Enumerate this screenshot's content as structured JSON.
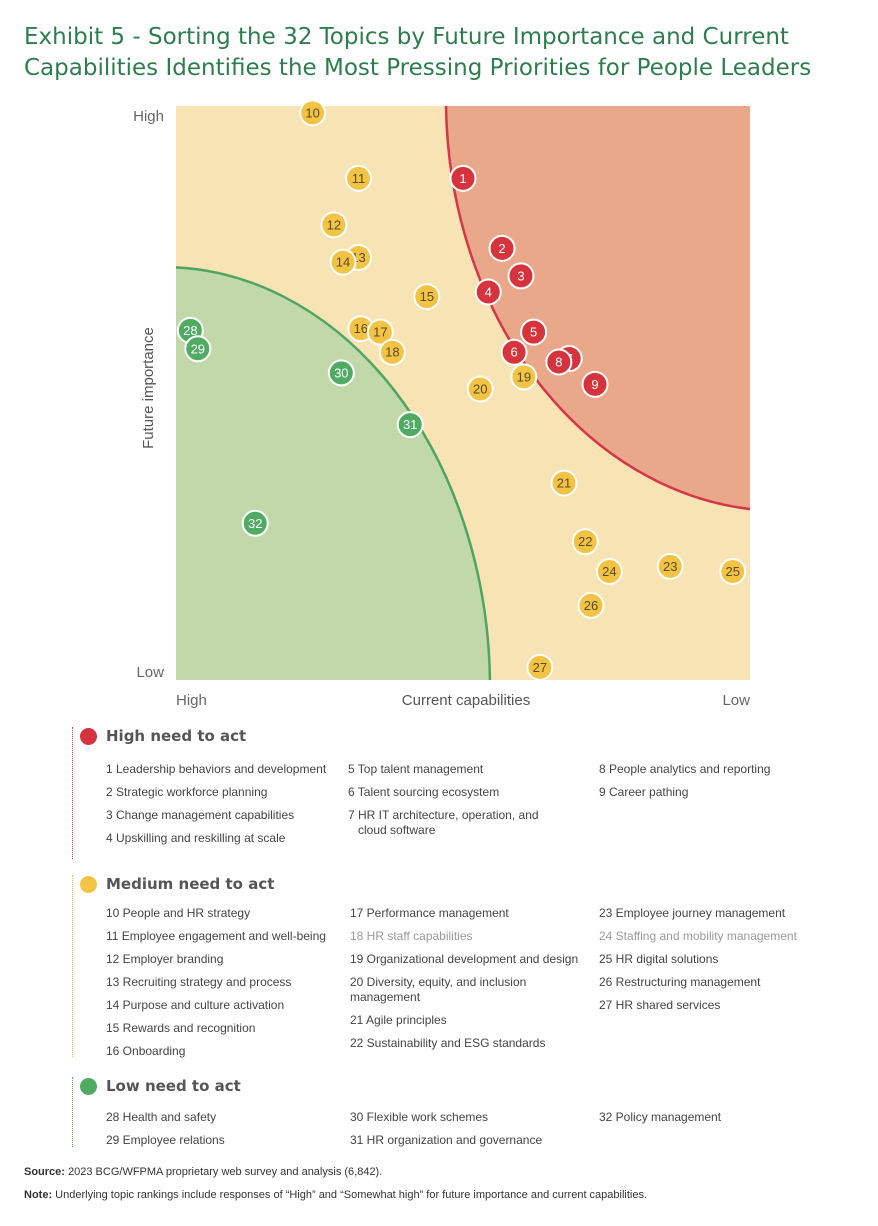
{
  "header": {
    "title_line1": "Exhibit 5 - Sorting the 32 Topics by Future Importance and Current",
    "title_line2": "Capabilities Identifies the Most Pressing Priorities for People Leaders"
  },
  "colors": {
    "high": "#d7333d",
    "medium": "#f3c443",
    "low": "#4fab62",
    "zone_high": "#e9a88a",
    "zone_medium": "#f7e3b4",
    "zone_low": "#c1d9a9",
    "title": "#2e7d4f"
  },
  "chart_data": {
    "type": "scatter",
    "xlabel": "Current  capabilities",
    "ylabel": "Future  importance",
    "x_tick_left": "High",
    "x_tick_right": "Low",
    "y_tick_top": "High",
    "y_tick_bottom": "Low",
    "x_range": [
      0,
      100
    ],
    "y_range": [
      0,
      100
    ],
    "x_note": "0 = High capability (left), 100 = Low capability (right)",
    "points": [
      {
        "id": "1",
        "x": 50.0,
        "y": 87.4,
        "group": "high"
      },
      {
        "id": "2",
        "x": 56.8,
        "y": 75.2,
        "group": "high"
      },
      {
        "id": "3",
        "x": 60.1,
        "y": 70.4,
        "group": "high"
      },
      {
        "id": "4",
        "x": 54.4,
        "y": 67.6,
        "group": "high"
      },
      {
        "id": "5",
        "x": 62.3,
        "y": 60.6,
        "group": "high"
      },
      {
        "id": "6",
        "x": 58.9,
        "y": 57.1,
        "group": "high"
      },
      {
        "id": "7",
        "x": 68.5,
        "y": 56.0,
        "group": "high"
      },
      {
        "id": "8",
        "x": 66.7,
        "y": 55.4,
        "group": "high"
      },
      {
        "id": "9",
        "x": 73.0,
        "y": 51.5,
        "group": "high"
      },
      {
        "id": "10",
        "x": 23.8,
        "y": 98.8,
        "group": "medium"
      },
      {
        "id": "11",
        "x": 31.8,
        "y": 87.4,
        "group": "medium"
      },
      {
        "id": "12",
        "x": 27.5,
        "y": 79.3,
        "group": "medium"
      },
      {
        "id": "13",
        "x": 31.8,
        "y": 73.6,
        "group": "medium"
      },
      {
        "id": "14",
        "x": 29.1,
        "y": 72.8,
        "group": "medium"
      },
      {
        "id": "15",
        "x": 43.7,
        "y": 66.8,
        "group": "medium"
      },
      {
        "id": "16",
        "x": 32.2,
        "y": 61.2,
        "group": "medium"
      },
      {
        "id": "17",
        "x": 35.6,
        "y": 60.6,
        "group": "medium"
      },
      {
        "id": "18",
        "x": 37.7,
        "y": 57.1,
        "group": "medium"
      },
      {
        "id": "19",
        "x": 60.6,
        "y": 52.8,
        "group": "medium"
      },
      {
        "id": "20",
        "x": 53.0,
        "y": 50.7,
        "group": "medium"
      },
      {
        "id": "21",
        "x": 67.6,
        "y": 34.3,
        "group": "medium"
      },
      {
        "id": "22",
        "x": 71.3,
        "y": 24.1,
        "group": "medium"
      },
      {
        "id": "23",
        "x": 86.1,
        "y": 19.8,
        "group": "medium"
      },
      {
        "id": "24",
        "x": 75.5,
        "y": 18.9,
        "group": "medium"
      },
      {
        "id": "25",
        "x": 97.0,
        "y": 18.9,
        "group": "medium"
      },
      {
        "id": "26",
        "x": 72.3,
        "y": 13.0,
        "group": "medium"
      },
      {
        "id": "27",
        "x": 63.4,
        "y": 2.2,
        "group": "medium"
      },
      {
        "id": "28",
        "x": 2.5,
        "y": 60.9,
        "group": "low"
      },
      {
        "id": "29",
        "x": 3.8,
        "y": 57.7,
        "group": "low"
      },
      {
        "id": "30",
        "x": 28.8,
        "y": 53.5,
        "group": "low"
      },
      {
        "id": "31",
        "x": 40.8,
        "y": 44.5,
        "group": "low"
      },
      {
        "id": "32",
        "x": 13.8,
        "y": 27.3,
        "group": "low"
      }
    ]
  },
  "legend": {
    "groups": [
      {
        "key": "high",
        "title": "High need to act",
        "columns": [
          [
            "1 Leadership behaviors and development",
            "2 Strategic workforce planning",
            "3 Change management capabilities",
            "4 Upskilling and reskilling at scale"
          ],
          [
            "5 Top talent management",
            "6 Talent sourcing ecosystem",
            "7 HR IT architecture, operation, and",
            "cloud software"
          ],
          [
            "8 People analytics and reporting",
            "9 Career pathing"
          ]
        ]
      },
      {
        "key": "medium",
        "title": "Medium need to act",
        "columns": [
          [
            "10 People and HR strategy",
            "11 Employee engagement and well-being",
            "12 Employer branding",
            "13 Recruiting strategy and process",
            "14 Purpose and culture activation",
            "15 Rewards and recognition",
            "16 Onboarding"
          ],
          [
            "17 Performance management",
            "18 HR staff capabilities",
            "19 Organizational development and design",
            "20 Diversity, equity, and inclusion",
            "management",
            "21 Agile principles",
            "22 Sustainability and ESG standards"
          ],
          [
            "23 Employee journey management",
            "24 Staffing and mobility management",
            "25 HR digital solutions",
            "26 Restructuring management",
            "27 HR shared services"
          ]
        ]
      },
      {
        "key": "low",
        "title": "Low need to act",
        "columns": [
          [
            "28 Health and safety",
            "29 Employee relations"
          ],
          [
            "30 Flexible work schemes",
            "31 HR organization and governance"
          ],
          [
            "32 Policy management"
          ]
        ]
      }
    ]
  },
  "footer": {
    "source_label": "Source:",
    "source_text": "2023 BCG/WFPMA proprietary web survey and analysis (6,842).",
    "note_label": "Note:",
    "note_text": "Underlying topic rankings include responses of “High” and “Somewhat high” for future importance and current capabilities."
  }
}
